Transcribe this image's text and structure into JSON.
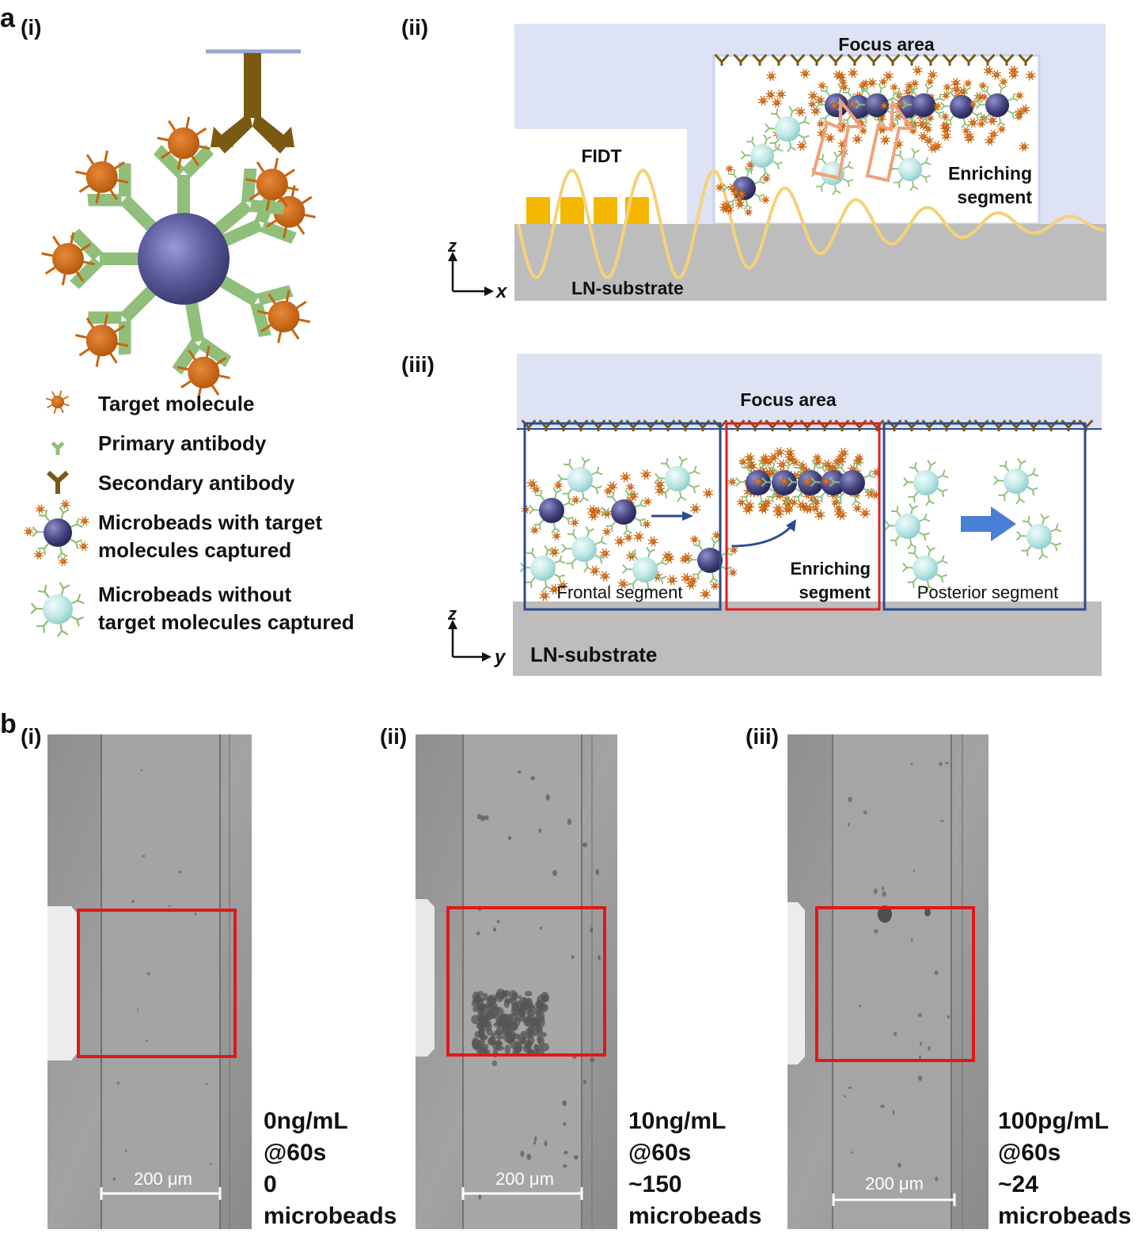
{
  "panel_a": {
    "label": "a",
    "sub_i": "(i)",
    "sub_ii": "(ii)",
    "sub_iii": "(iii)",
    "legend": [
      {
        "lines": [
          "Target molecule"
        ]
      },
      {
        "lines": [
          "Primary antibody"
        ]
      },
      {
        "lines": [
          "Secondary antibody"
        ]
      },
      {
        "lines": [
          "Microbeads with target",
          "molecules captured"
        ]
      },
      {
        "lines": [
          "Microbeads without",
          "target molecules captured"
        ]
      }
    ],
    "ii": {
      "focus_area": "Focus area",
      "fidt": "FIDT",
      "enriching": [
        "Enriching",
        "segment"
      ],
      "substrate": "LN-substrate",
      "axis_v": "z",
      "axis_h": "x"
    },
    "iii": {
      "focus_area": "Focus area",
      "frontal": "Frontal segment",
      "enriching": [
        "Enriching",
        "segment"
      ],
      "posterior": "Posterior segment",
      "substrate": "LN-substrate",
      "axis_v": "z",
      "axis_h": "y"
    }
  },
  "panel_b": {
    "label": "b",
    "images": [
      {
        "sub": "(i)",
        "scale": "200 μm",
        "caption": [
          "0ng/mL",
          "@60s",
          "0",
          "microbeads"
        ]
      },
      {
        "sub": "(ii)",
        "scale": "200 μm",
        "caption": [
          "10ng/mL",
          "@60s",
          "~150",
          "microbeads"
        ]
      },
      {
        "sub": "(iii)",
        "scale": "200 μm",
        "caption": [
          "100pg/mL",
          "@60s",
          "~24",
          "microbeads"
        ]
      }
    ]
  },
  "colors": {
    "target": "#c8640e",
    "primary_ab": "#8fbf7a",
    "secondary_ab": "#7a5a12",
    "bead_captured": "#55558e",
    "bead_empty": "#bfe8e6",
    "focus_bg": "#dde3f4",
    "substrate": "#bdbdbd",
    "wave": "#f5d278",
    "electrode": "#f5b800",
    "red_box": "#dd2020",
    "blue_box": "#2d4b8e"
  }
}
